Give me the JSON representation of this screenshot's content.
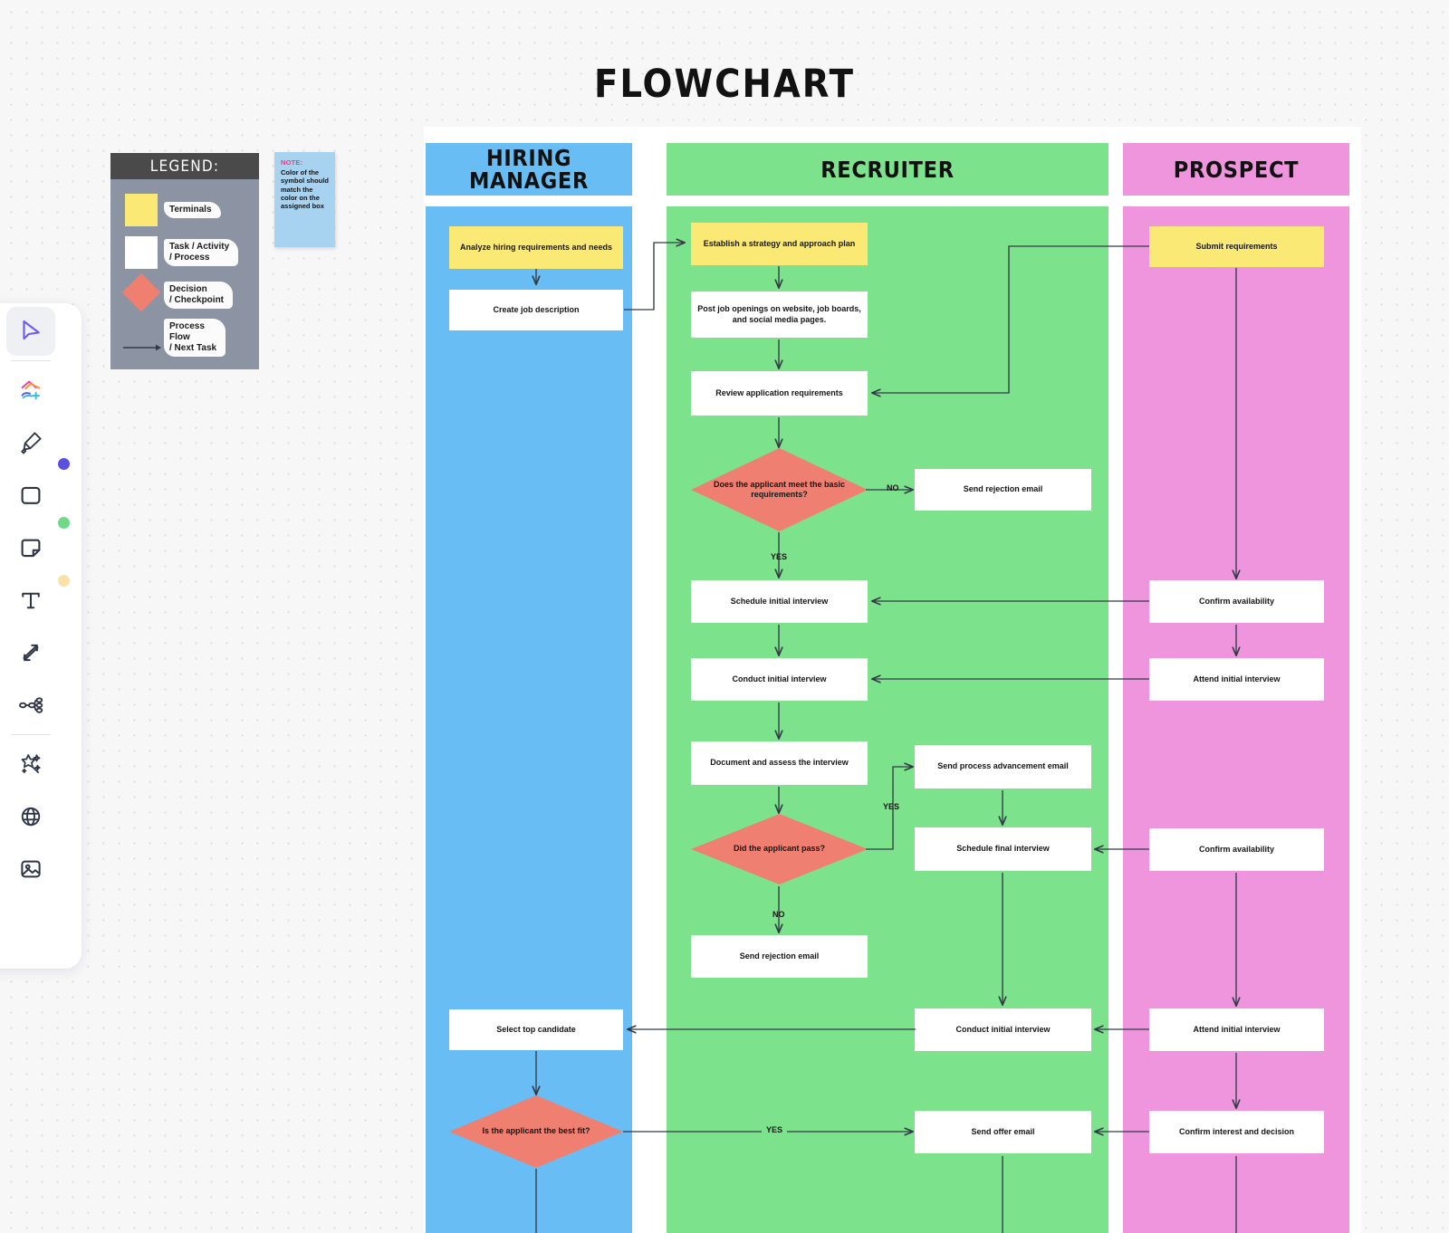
{
  "app": {
    "toolbar": {
      "tools": [
        {
          "name": "cursor-select-tool",
          "icon": "cursor-icon",
          "active": true,
          "dot": null
        },
        {
          "name": "shapes-library-tool",
          "icon": "shapes-plus-icon",
          "active": false,
          "dot": null
        },
        {
          "name": "highlighter-tool",
          "icon": "highlighter-icon",
          "active": false,
          "dot": "#5b4fe0"
        },
        {
          "name": "shape-rectangle-tool",
          "icon": "rounded-square-icon",
          "active": false,
          "dot": "#6fd988"
        },
        {
          "name": "sticky-note-tool",
          "icon": "sticky-note-icon",
          "active": false,
          "dot": "#f8e2a8"
        },
        {
          "name": "text-tool",
          "icon": "text-t-icon",
          "active": false,
          "dot": null
        },
        {
          "name": "connector-tool",
          "icon": "double-arrow-icon",
          "active": false,
          "dot": null
        },
        {
          "name": "mindmap-tool",
          "icon": "mindmap-icon",
          "active": false,
          "dot": null
        },
        {
          "name": "ai-magic-tool",
          "icon": "magic-wand-icon",
          "active": false,
          "dot": null
        },
        {
          "name": "embed-web-tool",
          "icon": "globe-icon",
          "active": false,
          "dot": null
        },
        {
          "name": "image-tool",
          "icon": "image-icon",
          "active": false,
          "dot": null
        }
      ]
    }
  },
  "legend": {
    "title": "LEGEND:",
    "rows": [
      {
        "symbol": "yellow-square",
        "label": "Terminals"
      },
      {
        "symbol": "white-square",
        "label": "Task / Activity\n/ Process"
      },
      {
        "symbol": "red-diamond",
        "label": "Decision\n/ Checkpoint"
      },
      {
        "symbol": "arrow",
        "label": "Process\nFlow\n/ Next Task"
      }
    ]
  },
  "note": {
    "label": "NOTE:",
    "text": "Color of the symbol should match the color on the assigned box"
  },
  "colors": {
    "hiring_manager": "#68bdf4",
    "recruiter": "#7de28c",
    "prospect": "#ee95de",
    "terminal": "#fae974",
    "decision": "#ef8071",
    "task": "#ffffff",
    "legend_header": "#4a4a4a",
    "legend_body": "#8c94a3",
    "note_bg": "#a8d3f0",
    "note_label": "#e0447d"
  },
  "chart_data": {
    "type": "diagram",
    "title": "FLOWCHART",
    "lanes": [
      {
        "id": "hiring_manager",
        "label": "HIRING\nMANAGER",
        "color": "#68bdf4"
      },
      {
        "id": "recruiter",
        "label": "RECRUITER",
        "color": "#7de28c"
      },
      {
        "id": "prospect",
        "label": "PROSPECT",
        "color": "#ee95de"
      }
    ],
    "nodes": [
      {
        "id": "n1",
        "lane": "hiring_manager",
        "type": "terminal",
        "label": "Analyze hiring requirements and needs"
      },
      {
        "id": "n2",
        "lane": "hiring_manager",
        "type": "task",
        "label": "Create job description"
      },
      {
        "id": "n3",
        "lane": "recruiter",
        "type": "terminal",
        "label": "Establish a strategy and approach plan"
      },
      {
        "id": "n4",
        "lane": "recruiter",
        "type": "task",
        "label": "Post job openings on website, job boards, and social media pages."
      },
      {
        "id": "n5",
        "lane": "recruiter",
        "type": "task",
        "label": "Review application requirements"
      },
      {
        "id": "n6",
        "lane": "recruiter",
        "type": "decision",
        "label": "Does the applicant meet the basic requirements?"
      },
      {
        "id": "n7",
        "lane": "recruiter",
        "type": "task",
        "label": "Send rejection email"
      },
      {
        "id": "n8",
        "lane": "recruiter",
        "type": "task",
        "label": "Schedule initial interview"
      },
      {
        "id": "n9",
        "lane": "recruiter",
        "type": "task",
        "label": "Conduct initial interview"
      },
      {
        "id": "n10",
        "lane": "recruiter",
        "type": "task",
        "label": "Document and assess the interview"
      },
      {
        "id": "n11",
        "lane": "recruiter",
        "type": "decision",
        "label": "Did the applicant pass?"
      },
      {
        "id": "n12",
        "lane": "recruiter",
        "type": "task",
        "label": "Send process advancement email"
      },
      {
        "id": "n13",
        "lane": "recruiter",
        "type": "task",
        "label": "Schedule final interview"
      },
      {
        "id": "n14",
        "lane": "recruiter",
        "type": "task",
        "label": "Send rejection email"
      },
      {
        "id": "n15",
        "lane": "recruiter",
        "type": "task",
        "label": "Conduct initial interview"
      },
      {
        "id": "n16",
        "lane": "recruiter",
        "type": "task",
        "label": "Send offer email"
      },
      {
        "id": "n17",
        "lane": "hiring_manager",
        "type": "task",
        "label": "Select top candidate"
      },
      {
        "id": "n18",
        "lane": "hiring_manager",
        "type": "decision",
        "label": "Is the applicant the best fit?"
      },
      {
        "id": "n19",
        "lane": "prospect",
        "type": "terminal",
        "label": "Submit requirements"
      },
      {
        "id": "n20",
        "lane": "prospect",
        "type": "task",
        "label": "Confirm availability"
      },
      {
        "id": "n21",
        "lane": "prospect",
        "type": "task",
        "label": "Attend initial interview"
      },
      {
        "id": "n22",
        "lane": "prospect",
        "type": "task",
        "label": "Confirm availability"
      },
      {
        "id": "n23",
        "lane": "prospect",
        "type": "task",
        "label": "Attend initial interview"
      },
      {
        "id": "n24",
        "lane": "prospect",
        "type": "task",
        "label": "Confirm interest and decision"
      }
    ],
    "edges": [
      {
        "from": "n1",
        "to": "n2",
        "label": ""
      },
      {
        "from": "n2",
        "to": "n3",
        "label": ""
      },
      {
        "from": "n3",
        "to": "n4",
        "label": ""
      },
      {
        "from": "n4",
        "to": "n5",
        "label": ""
      },
      {
        "from": "n19",
        "to": "n5",
        "label": ""
      },
      {
        "from": "n5",
        "to": "n6",
        "label": ""
      },
      {
        "from": "n6",
        "to": "n7",
        "label": "NO"
      },
      {
        "from": "n6",
        "to": "n8",
        "label": "YES"
      },
      {
        "from": "n19",
        "to": "n20",
        "label": ""
      },
      {
        "from": "n20",
        "to": "n8",
        "label": ""
      },
      {
        "from": "n8",
        "to": "n9",
        "label": ""
      },
      {
        "from": "n21",
        "to": "n9",
        "label": ""
      },
      {
        "from": "n20",
        "to": "n21",
        "label": ""
      },
      {
        "from": "n9",
        "to": "n10",
        "label": ""
      },
      {
        "from": "n10",
        "to": "n11",
        "label": ""
      },
      {
        "from": "n11",
        "to": "n12",
        "label": "YES"
      },
      {
        "from": "n11",
        "to": "n14",
        "label": "NO"
      },
      {
        "from": "n12",
        "to": "n13",
        "label": ""
      },
      {
        "from": "n22",
        "to": "n13",
        "label": ""
      },
      {
        "from": "n13",
        "to": "n15",
        "label": ""
      },
      {
        "from": "n23",
        "to": "n15",
        "label": ""
      },
      {
        "from": "n22",
        "to": "n23",
        "label": ""
      },
      {
        "from": "n15",
        "to": "n17",
        "label": ""
      },
      {
        "from": "n17",
        "to": "n18",
        "label": ""
      },
      {
        "from": "n18",
        "to": "n16",
        "label": "YES"
      },
      {
        "from": "n24",
        "to": "n16",
        "label": ""
      },
      {
        "from": "n23",
        "to": "n24",
        "label": ""
      }
    ],
    "edge_labels": [
      "NO",
      "YES",
      "YES",
      "NO",
      "YES"
    ]
  }
}
